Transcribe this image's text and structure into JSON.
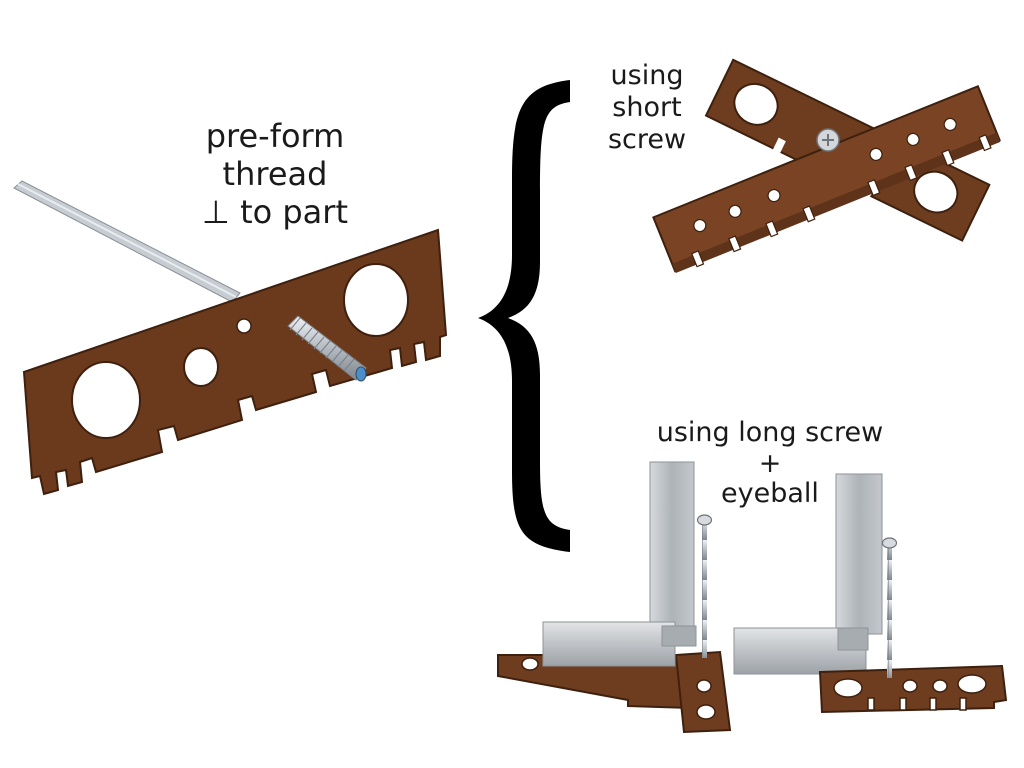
{
  "labels": {
    "preform": [
      "pre-form",
      "thread",
      "⊥ to part"
    ],
    "short_screw": [
      "using",
      "short",
      "screw"
    ],
    "long_screw": [
      "using long screw",
      "+",
      "eyeball"
    ]
  },
  "colors": {
    "board": "#6b3a1c",
    "board_edge": "#3e200e",
    "rod": "#c9ced4",
    "steel": "#b9bec3",
    "brace": "#000000",
    "text": "#1a1a1a"
  }
}
